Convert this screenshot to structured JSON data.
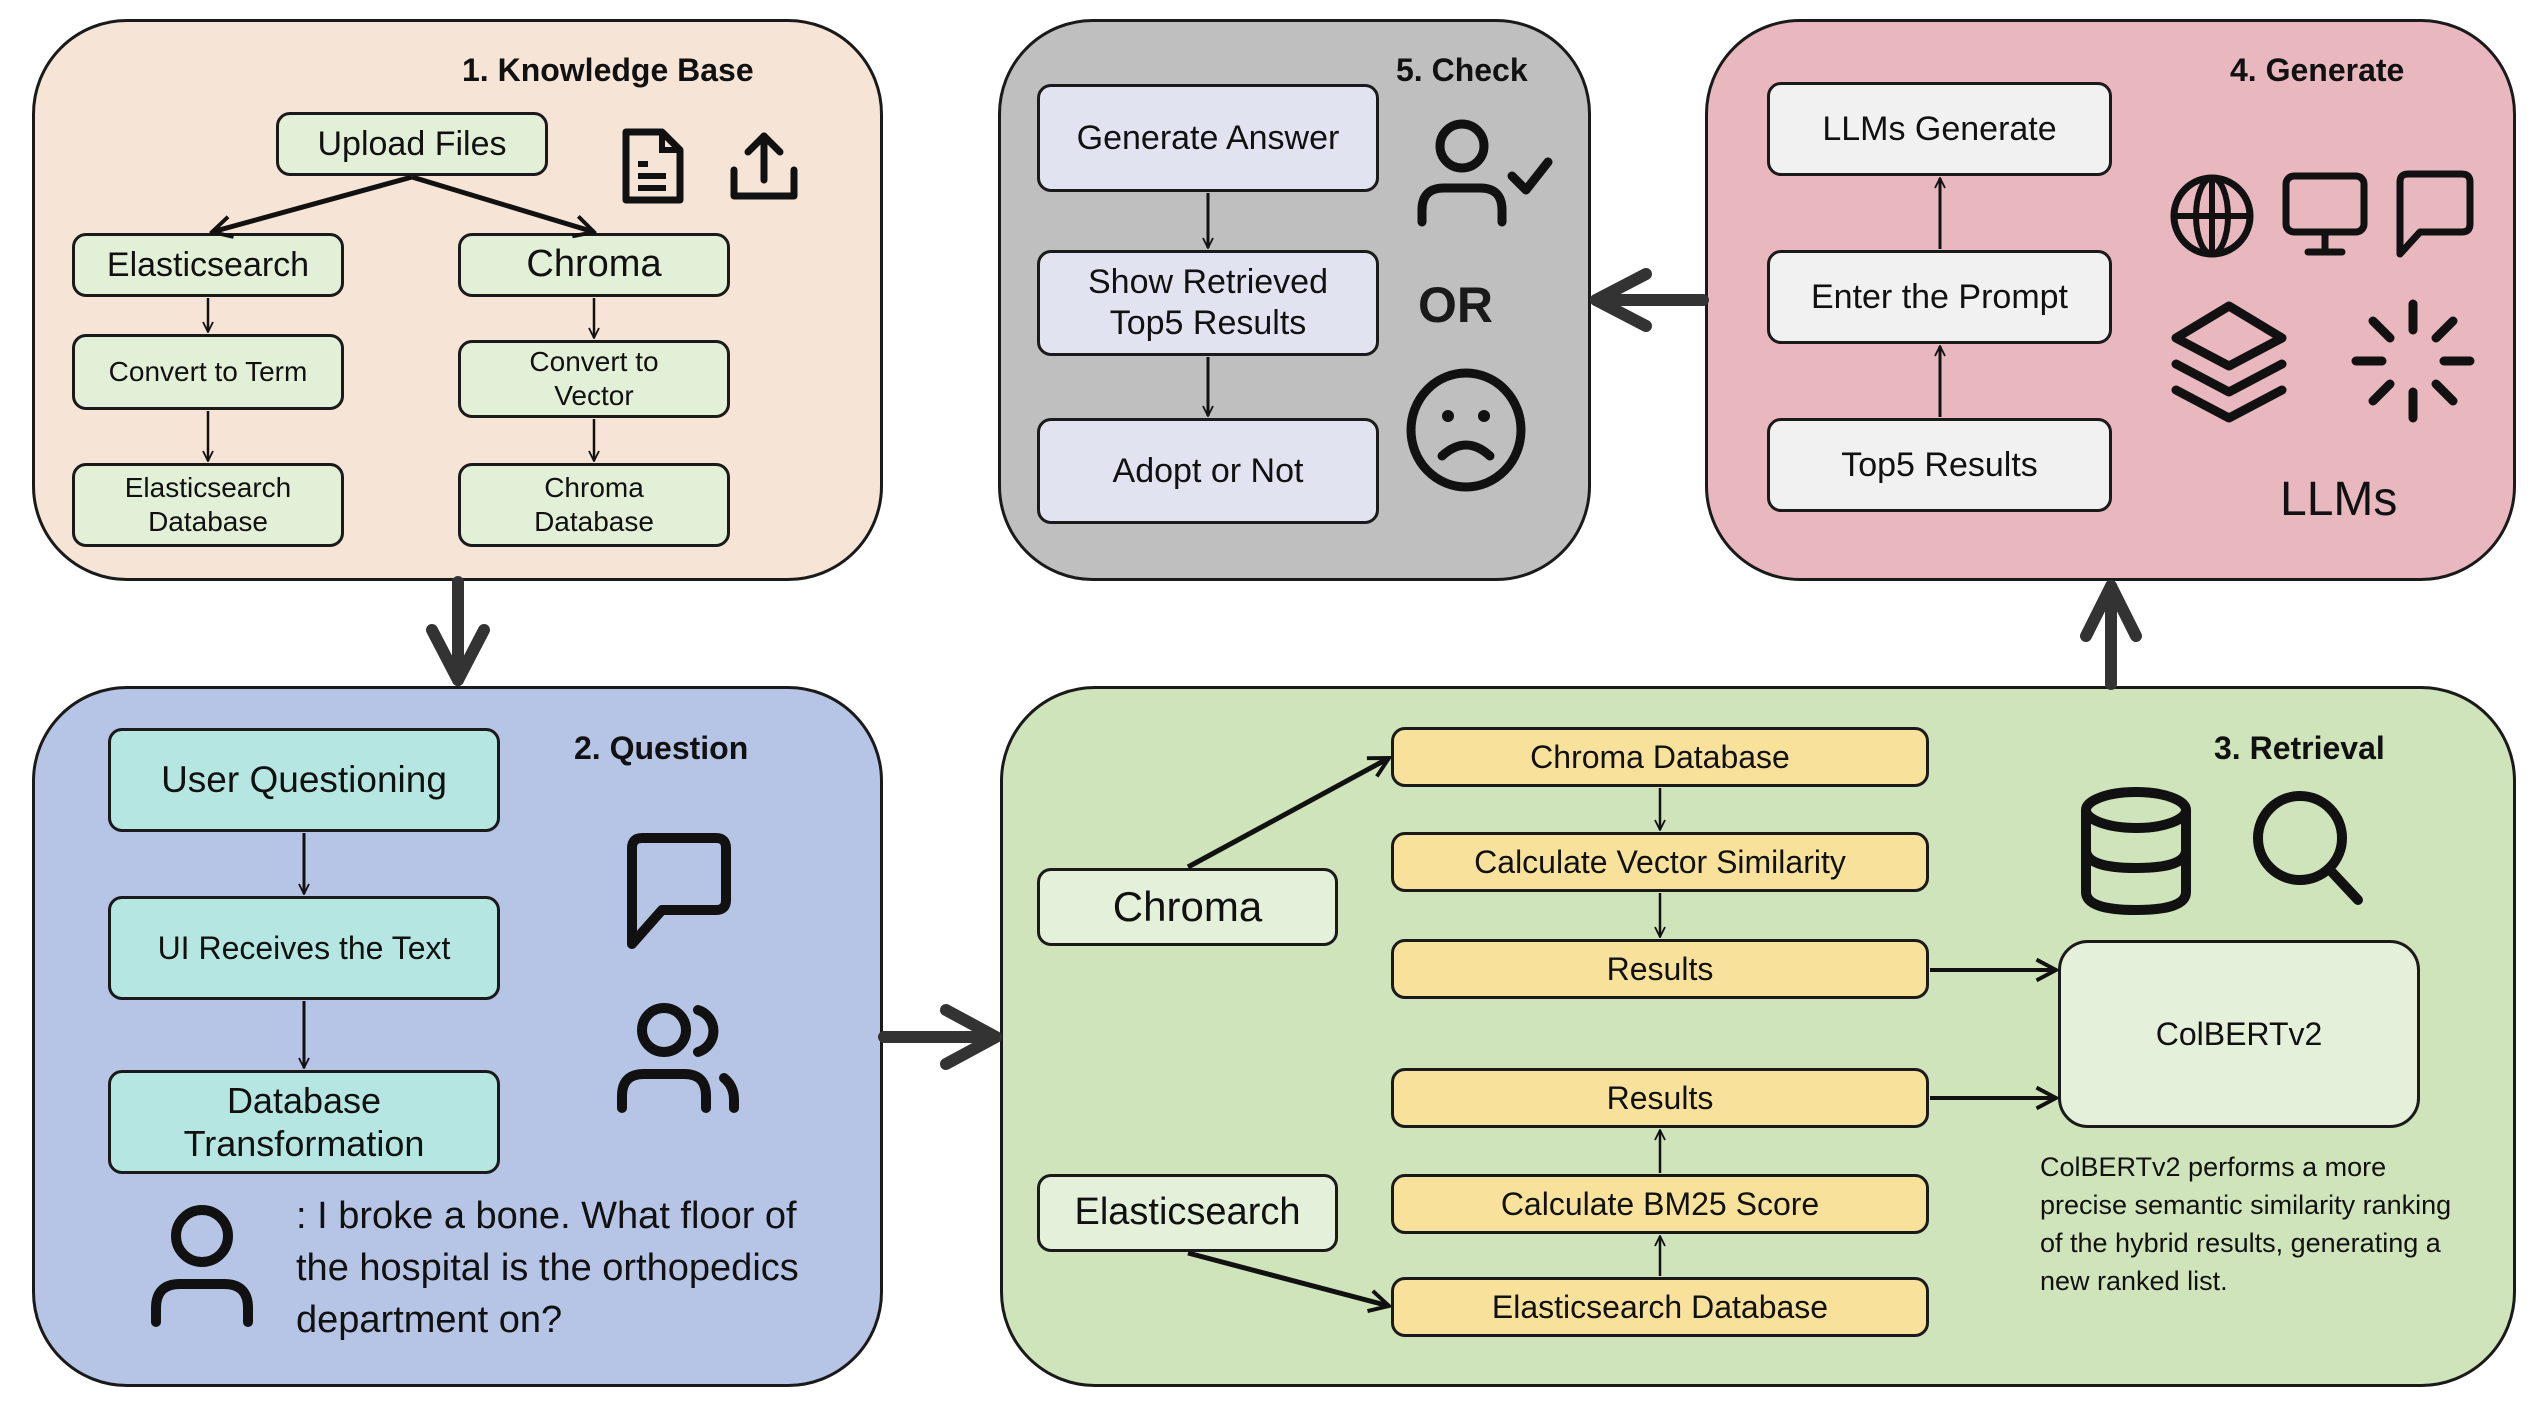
{
  "panels": {
    "knowledge_base": {
      "title": "1. Knowledge Base",
      "color": "#f6e5d6",
      "boxes": {
        "upload": "Upload Files",
        "es": "Elasticsearch",
        "chroma": "Chroma",
        "convert_term": "Convert to Term",
        "convert_vector": "Convert to Vector",
        "es_db": "Elasticsearch Database",
        "chroma_db": "Chroma Database"
      },
      "icons": [
        "document-icon",
        "upload-icon"
      ]
    },
    "question": {
      "title": "2. Question",
      "color": "#b6c4e5",
      "boxes": {
        "user_q": "User Questioning",
        "ui_receives": "UI Receives the Text",
        "db_transform": "Database Transformation"
      },
      "query_text": ": I broke a bone. What floor of the hospital is the orthopedics department on?",
      "icons": [
        "chat-bubble-icon",
        "users-icon",
        "user-icon"
      ]
    },
    "retrieval": {
      "title": "3. Retrieval",
      "color": "#cfe4bb",
      "sources": {
        "chroma": "Chroma",
        "es": "Elasticsearch"
      },
      "chroma_chain": [
        "Chroma Database",
        "Calculate Vector Similarity",
        "Results"
      ],
      "es_chain": [
        "Results",
        "Calculate BM25 Score",
        "Elasticsearch Database"
      ],
      "reranker": "ColBERTv2",
      "note": "ColBERTv2 performs a more precise semantic similarity ranking of the hybrid results, generating a new ranked list.",
      "icons": [
        "database-icon",
        "search-icon"
      ]
    },
    "generate": {
      "title": "4. Generate",
      "color": "#e9b8be",
      "boxes": {
        "llm_gen": "LLMs Generate",
        "prompt": "Enter the Prompt",
        "top5": "Top5 Results"
      },
      "llms_label": "LLMs",
      "icons": [
        "globe-icon",
        "monitor-icon",
        "chat-bubble-icon",
        "layers-icon",
        "loader-icon"
      ]
    },
    "check": {
      "title": "5. Check",
      "color": "#bfbfbf",
      "boxes": {
        "gen_answer": "Generate Answer",
        "show_top5": "Show Retrieved Top5 Results",
        "adopt": "Adopt or Not"
      },
      "or_label": "OR",
      "icons": [
        "user-check-icon",
        "sad-face-icon"
      ]
    }
  },
  "flow": [
    "1. Knowledge Base",
    "2. Question",
    "3. Retrieval",
    "4. Generate",
    "5. Check"
  ]
}
